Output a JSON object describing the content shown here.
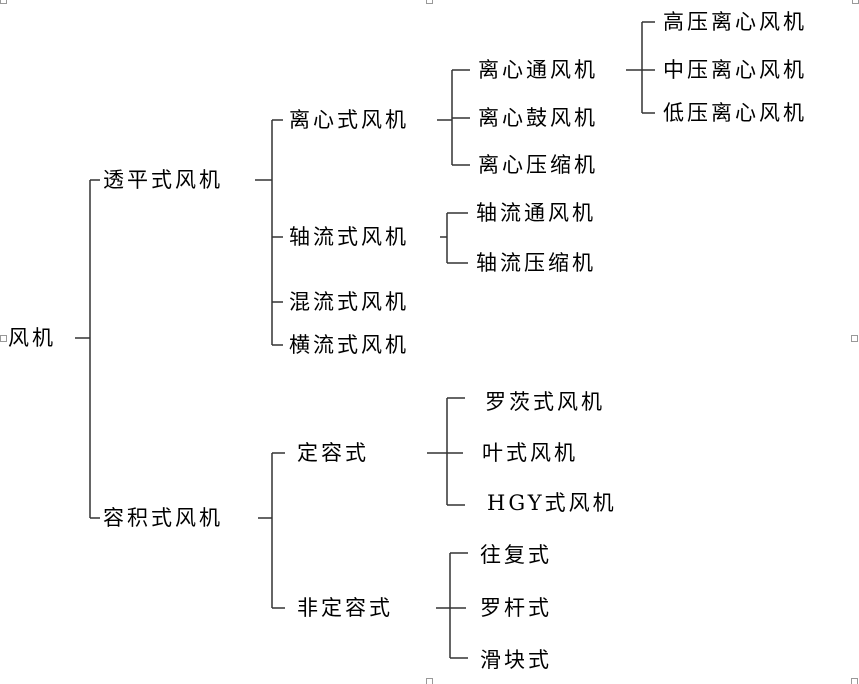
{
  "root": "风机",
  "level1": [
    "透平式风机",
    "容积式风机"
  ],
  "turbo": [
    "离心式风机",
    "轴流式风机",
    "混流式风机",
    "横流式风机"
  ],
  "centrifugal": [
    "离心通风机",
    "离心鼓风机",
    "离心压缩机"
  ],
  "centrifugal_fan": [
    "高压离心风机",
    "中压离心风机",
    "低压离心风机"
  ],
  "axial": [
    "轴流通风机",
    "轴流压缩机"
  ],
  "volumetric": [
    "定容式",
    "非定容式"
  ],
  "fixed_volume": [
    "罗茨式风机",
    "叶式风机",
    "HGY式风机"
  ],
  "variable_volume": [
    "往复式",
    "罗杆式",
    "滑块式"
  ]
}
